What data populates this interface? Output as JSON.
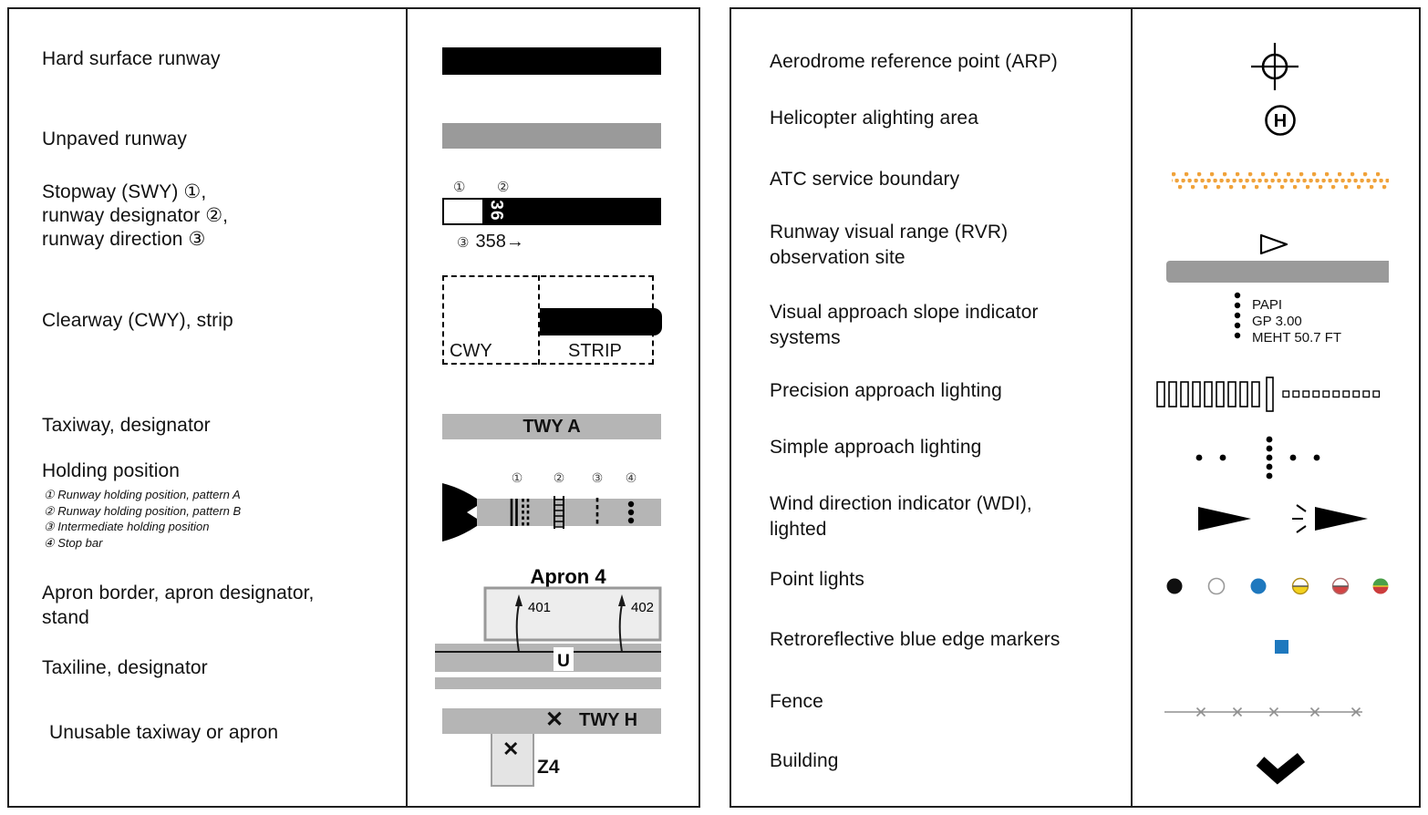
{
  "colors": {
    "runway_black": "#000000",
    "unpaved_gray": "#9a9a9a",
    "taxiway_gray": "#b5b5b5",
    "apron_fill": "#ededed",
    "atc_boundary_orange": "#f0a23a",
    "marker_blue": "#1e78be"
  },
  "left_panel": {
    "rows": {
      "hard_runway": {
        "label": "Hard surface runway"
      },
      "unpaved_runway": {
        "label": "Unpaved runway"
      },
      "stopway": {
        "label_lines": [
          "Stopway (SWY) ①,",
          "runway designator ②,",
          "runway direction ③"
        ],
        "num1": "①",
        "num2": "②",
        "num3": "③",
        "designator": "36",
        "direction": "358→"
      },
      "clearway": {
        "label": "Clearway (CWY), strip",
        "cwy_label": "CWY",
        "strip_label": "STRIP"
      },
      "taxiway": {
        "label": "Taxiway, designator",
        "designator": "TWY A"
      },
      "holding_position": {
        "label": "Holding position",
        "nums": [
          "①",
          "②",
          "③",
          "④"
        ],
        "notes": [
          "① Runway holding position, pattern A",
          "② Runway holding position, pattern B",
          "③ Intermediate holding position",
          "④ Stop bar"
        ]
      },
      "apron": {
        "label_lines": [
          "Apron border, apron designator,",
          "stand"
        ],
        "designator": "Apron 4",
        "stand1": "401",
        "stand2": "402"
      },
      "taxiline": {
        "label": "Taxiline, designator",
        "designator": "U"
      },
      "unusable": {
        "label": "Unusable taxiway or apron",
        "cross": "✕",
        "taxiway_designator": "TWY H",
        "stand_designator": "Z4"
      }
    }
  },
  "right_panel": {
    "rows": {
      "arp": {
        "label": "Aerodrome reference point (ARP)"
      },
      "heli": {
        "label": "Helicopter alighting area",
        "letter": "H"
      },
      "atc": {
        "label": "ATC service boundary"
      },
      "rvr": {
        "label_lines": [
          "Runway visual range (RVR)",
          "observation site"
        ]
      },
      "vasi": {
        "label_lines": [
          "Visual approach slope indicator",
          "systems"
        ],
        "system": "PAPI",
        "glide_path": "GP 3.00",
        "meht": "MEHT 50.7 FT"
      },
      "precision_lighting": {
        "label": "Precision approach lighting"
      },
      "simple_lighting": {
        "label": "Simple approach lighting"
      },
      "wdi": {
        "label_lines": [
          "Wind direction indicator (WDI),",
          "lighted"
        ]
      },
      "point_lights": {
        "label": "Point lights"
      },
      "blue_markers": {
        "label": "Retroreflective blue edge markers"
      },
      "fence": {
        "label": "Fence"
      },
      "building": {
        "label": "Building"
      }
    }
  }
}
